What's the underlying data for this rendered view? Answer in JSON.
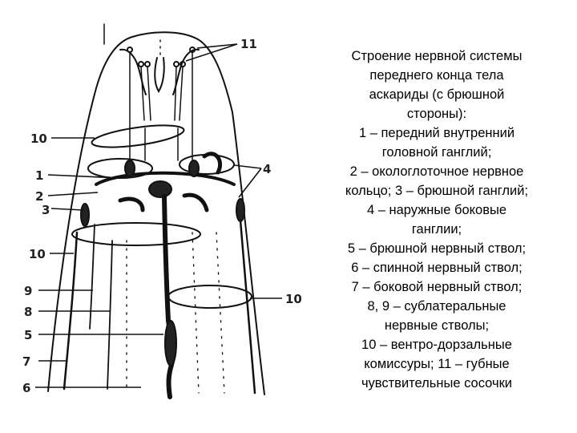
{
  "caption": {
    "lines": [
      "Строение нервной системы",
      "переднего конца тела",
      "аскариды (с брюшной",
      "стороны):",
      "1 – передний внутренний",
      "головной ганглий;",
      "2 – окологлоточное нервное",
      "кольцо; 3 – брюшной ганглий;",
      "4 – наружные боковые",
      "ганглии;",
      "5 – брюшной нервный ствол;",
      "6 – спинной нервный ствол;",
      "7 – боковой нервный ствол;",
      "8, 9 – сублатеральные",
      "нервные стволы;",
      "10 – вентро-дорзальные",
      "комиссуры; 11 – губные",
      "чувствительные сосочки"
    ]
  },
  "diagram": {
    "labels": {
      "l10a": "10",
      "l1": "1",
      "l2": "2",
      "l3": "3",
      "l10b": "10",
      "l9": "9",
      "l8": "8",
      "l5": "5",
      "l7": "7",
      "l6": "6",
      "l11": "11",
      "l4": "4",
      "l10c": "10"
    }
  }
}
